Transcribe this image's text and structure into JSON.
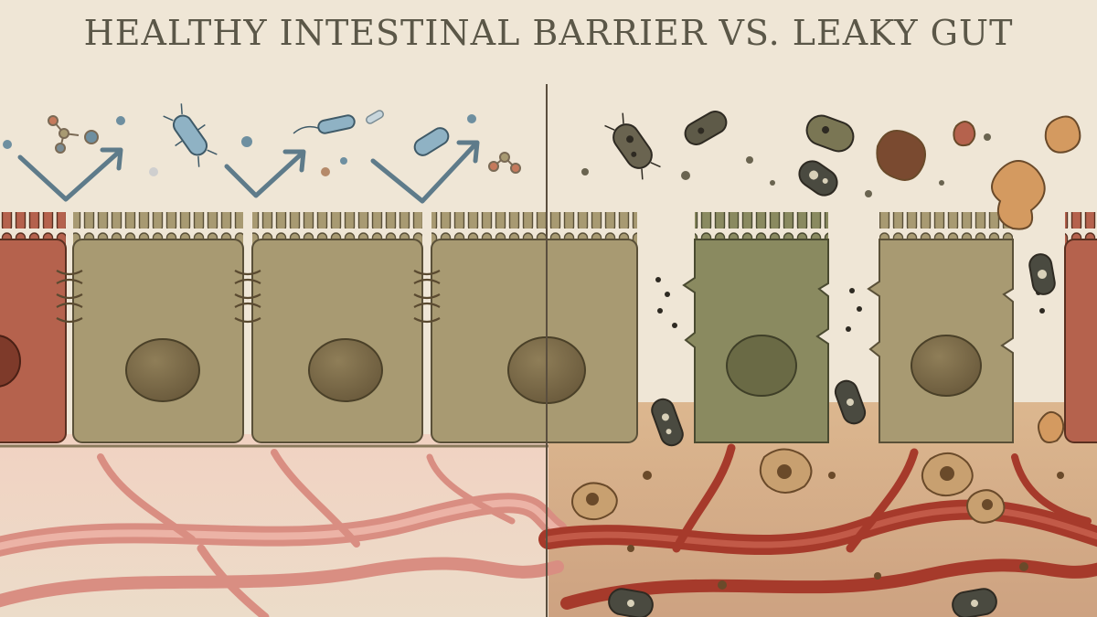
{
  "title": "HEALTHY INTESTINAL BARRIER VS. LEAKY GUT",
  "colors": {
    "background": "#efe6d6",
    "cell_healthy": "#a89a72",
    "cell_red": "#b5624d",
    "cell_green": "#8a8a60",
    "vessel_healthy": "#d98e82",
    "vessel_leaky": "#a63a2b",
    "bacteria_blue": "#8fb2c4",
    "bacteria_dark": "#4a4a40",
    "title_text": "#5b5748"
  },
  "panels": {
    "left": {
      "state": "healthy",
      "icons": [
        "bacteria-icon",
        "molecule-icon",
        "deflect-arrow-icon",
        "tight-junction-icon",
        "nucleus-icon",
        "blood-vessel-icon"
      ]
    },
    "right": {
      "state": "leaky",
      "icons": [
        "bacteria-icon",
        "particle-icon",
        "gap-icon",
        "nucleus-icon",
        "blood-vessel-icon"
      ]
    }
  }
}
